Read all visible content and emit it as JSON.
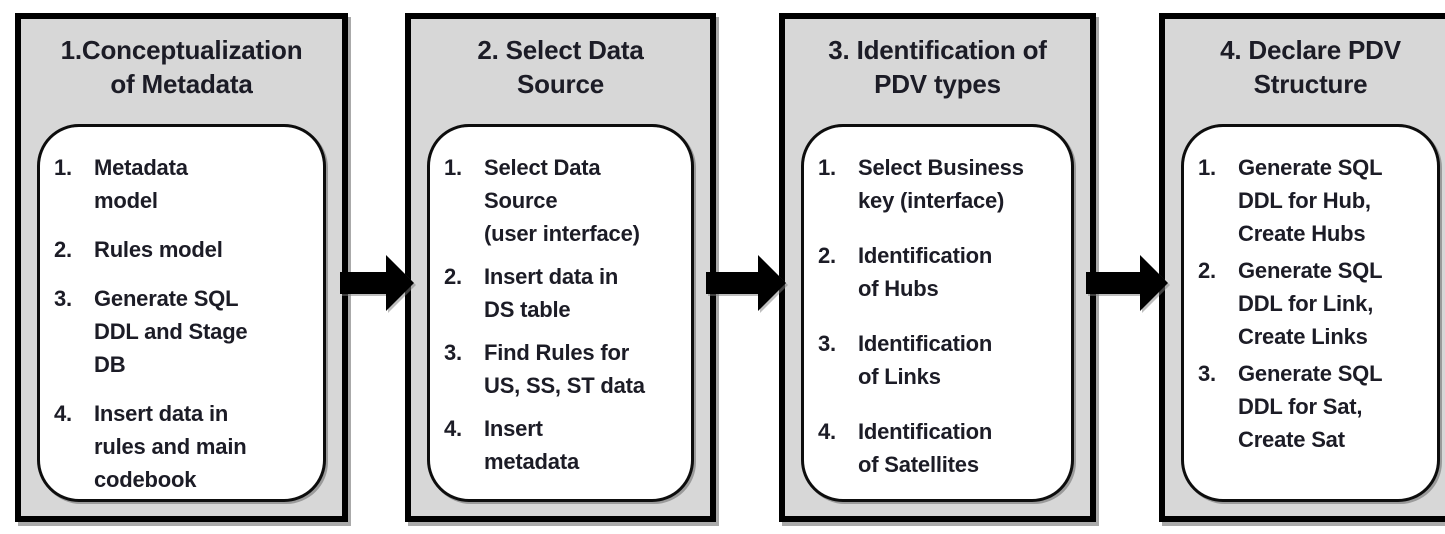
{
  "diagram": {
    "type": "process-flow",
    "direction": "left-to-right",
    "colors": {
      "box_fill": "#d7d7d7",
      "box_border": "#000000",
      "panel_fill": "#ffffff",
      "panel_border": "#0d0d0d",
      "arrow": "#000000",
      "text": "#1c1c26",
      "background": "#ffffff"
    },
    "boxes": [
      {
        "title": "1.Conceptualization\nof Metadata",
        "steps": [
          {
            "number": "1.",
            "text": "Metadata\nmodel"
          },
          {
            "number": "2.",
            "text": "Rules model"
          },
          {
            "number": "3.",
            "text": "Generate SQL\nDDL and Stage\nDB"
          },
          {
            "number": "4.",
            "text": "Insert data in\nrules and main\ncodebook"
          }
        ]
      },
      {
        "title": "2. Select Data\nSource",
        "steps": [
          {
            "number": "1.",
            "text": "Select Data\nSource\n(user interface)"
          },
          {
            "number": "2.",
            "text": "Insert data in\nDS table"
          },
          {
            "number": "3.",
            "text": "Find Rules for\nUS, SS, ST data"
          },
          {
            "number": "4.",
            "text": "Insert\nmetadata"
          }
        ]
      },
      {
        "title": "3. Identification of\nPDV types",
        "steps": [
          {
            "number": "1.",
            "text": "Select Business\nkey (interface)"
          },
          {
            "number": "2.",
            "text": "Identification\nof Hubs"
          },
          {
            "number": "3.",
            "text": "Identification\nof Links"
          },
          {
            "number": "4.",
            "text": "Identification\nof Satellites"
          }
        ]
      },
      {
        "title": "4. Declare PDV\nStructure",
        "steps": [
          {
            "number": "1.",
            "text": "Generate SQL\nDDL for Hub,\nCreate Hubs"
          },
          {
            "number": "2.",
            "text": "Generate SQL\nDDL for Link,\nCreate Links"
          },
          {
            "number": "3.",
            "text": "Generate SQL\nDDL for Sat,\nCreate Sat"
          }
        ]
      }
    ]
  }
}
